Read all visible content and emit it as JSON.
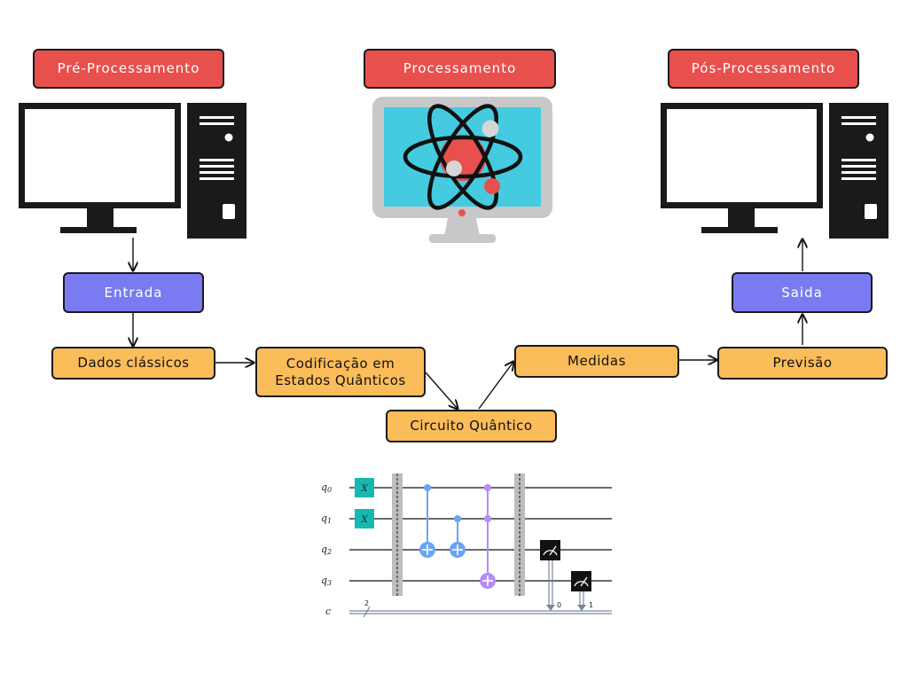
{
  "stages": {
    "pre": "Pré-Processamento",
    "proc": "Processamento",
    "post": "Pós-Processamento"
  },
  "flow": {
    "entrada": "Entrada",
    "dados": "Dados clássicos",
    "codificacao": "Codificação em\nEstados Quânticos",
    "circuito": "Circuito Quântico",
    "medidas": "Medidas",
    "previsao": "Previsão",
    "saida": "Saida"
  },
  "circuit": {
    "qubits": [
      "q0",
      "q1",
      "q2",
      "q3"
    ],
    "classical_register": "c",
    "classical_bits": "2",
    "gate_x": "X",
    "measure_bits": [
      "0",
      "1"
    ]
  },
  "colors": {
    "stage": "#e8504e",
    "io": "#7a7bf2",
    "process": "#fbbc5a",
    "x_gate": "#16b9b1",
    "cnot": "#6aa4f7",
    "toffoli": "#b38cf7"
  }
}
